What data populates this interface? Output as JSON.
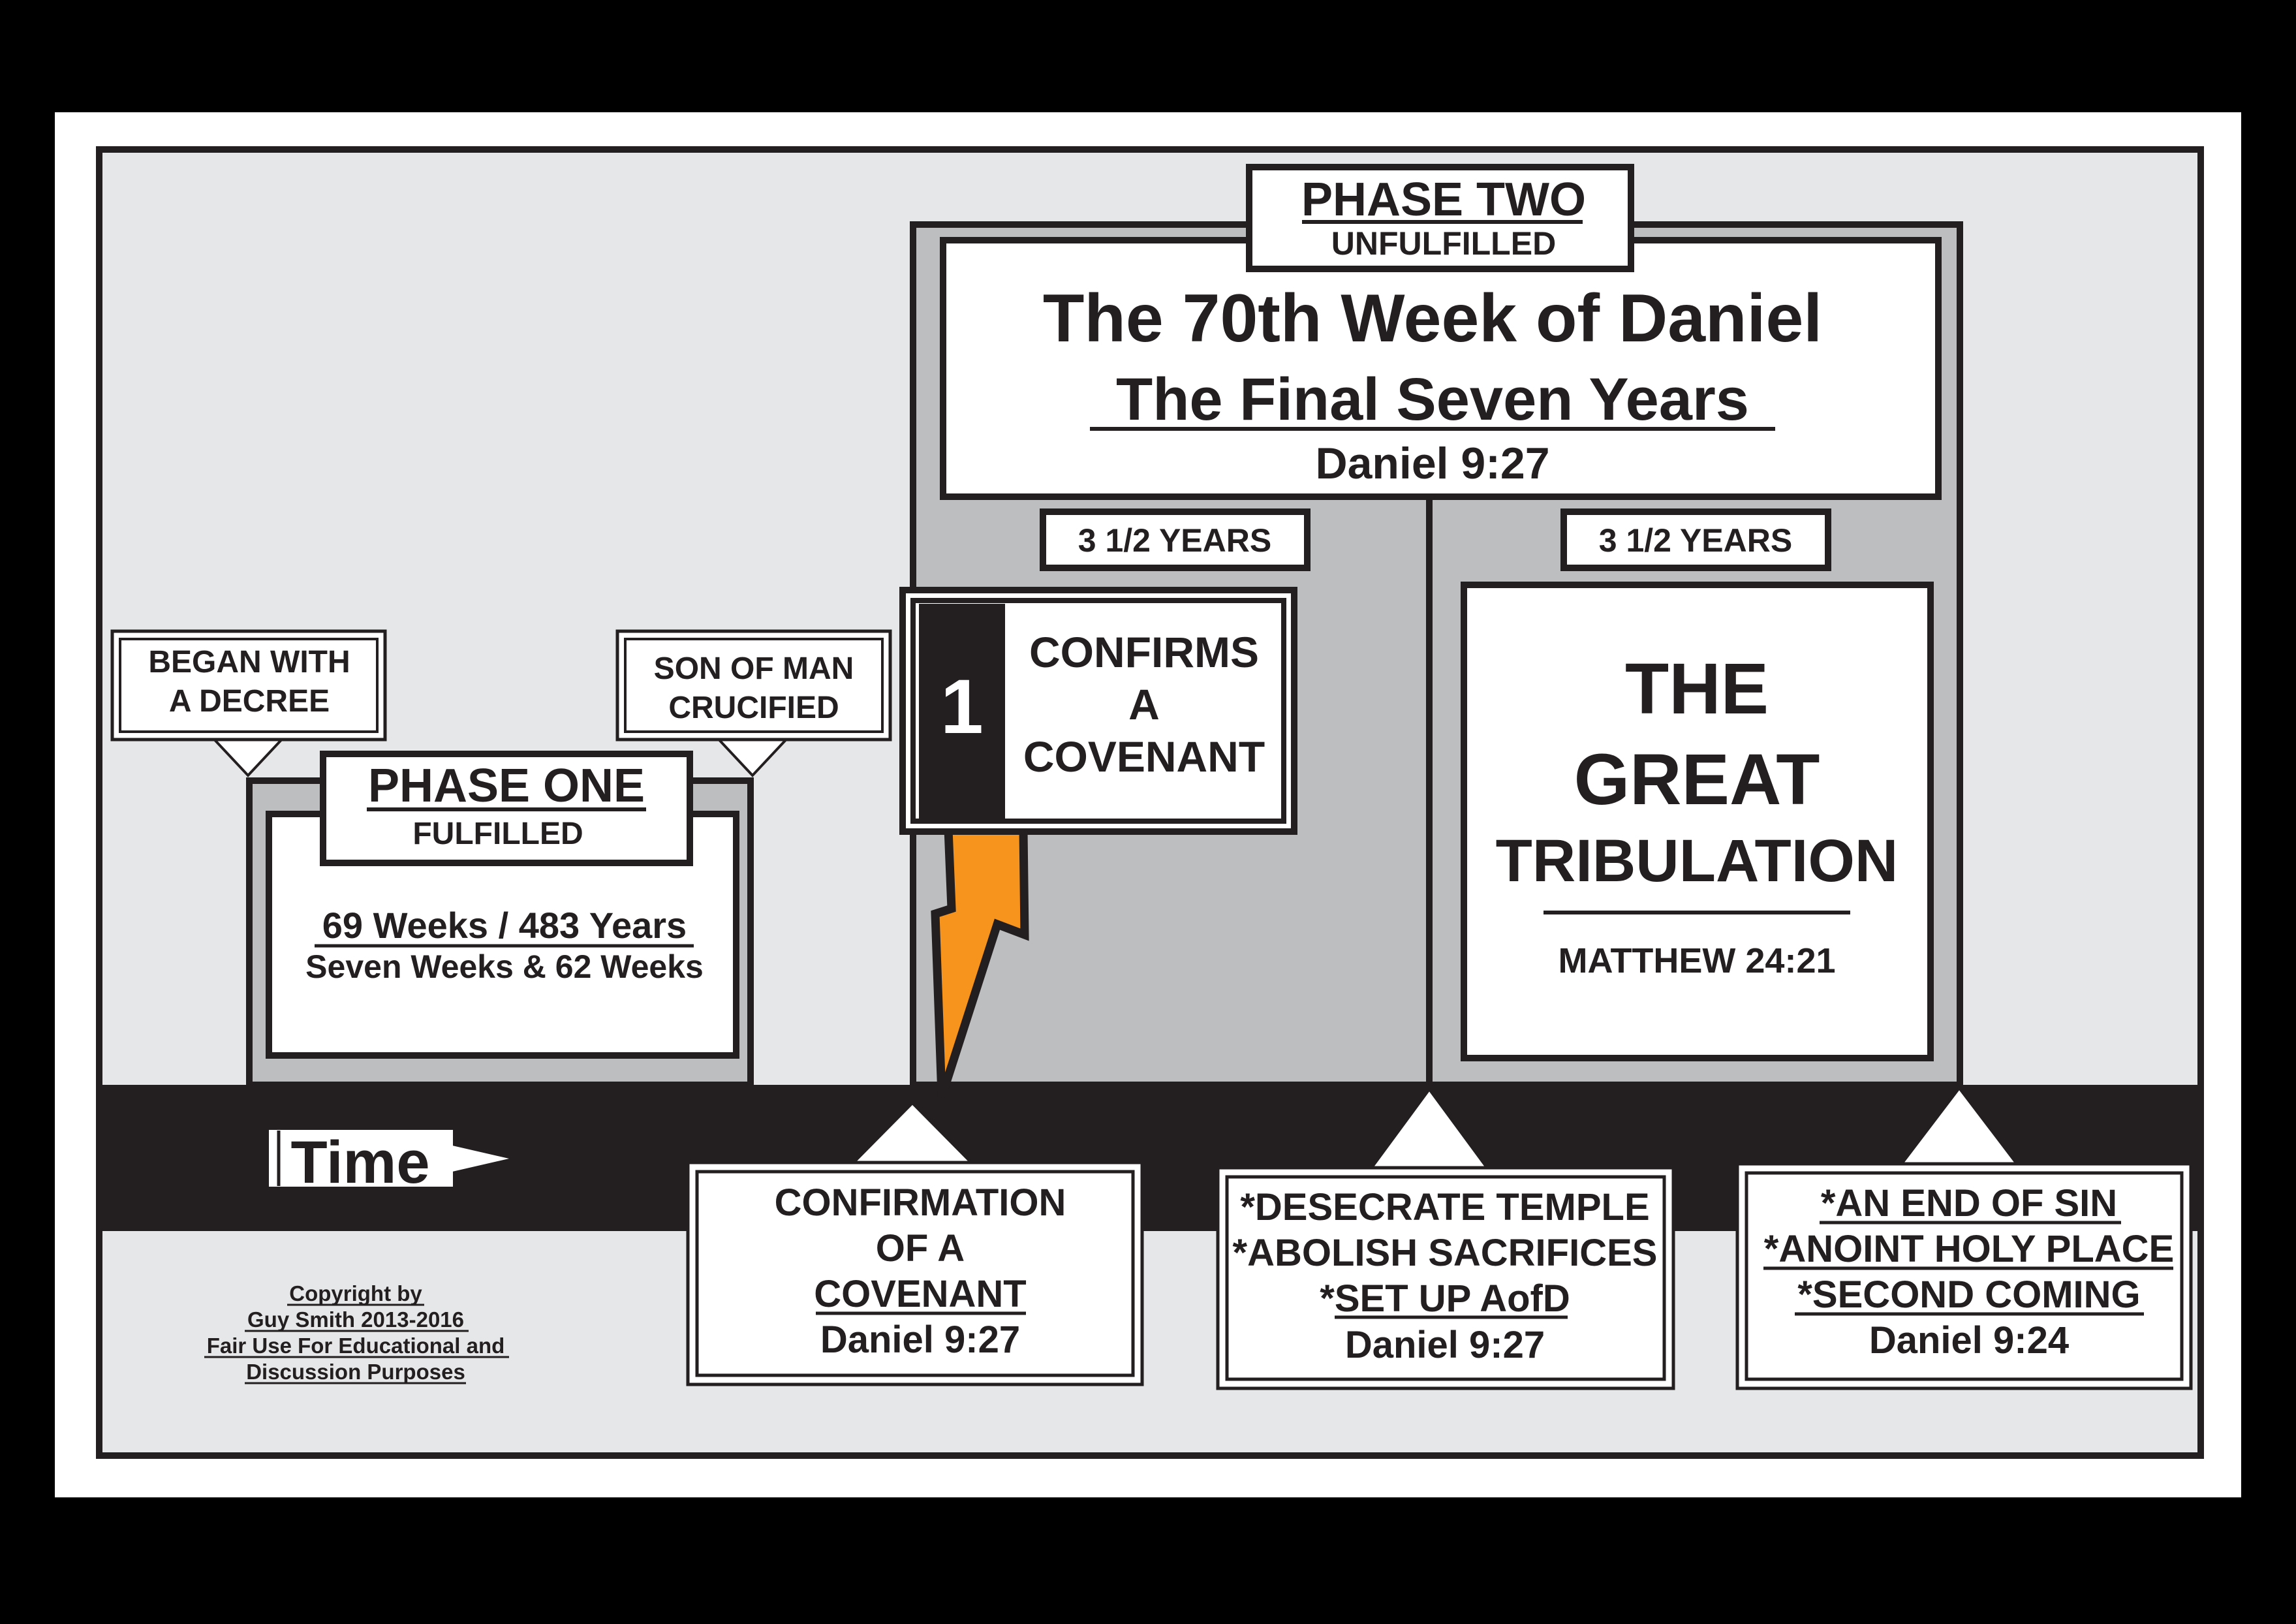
{
  "phase_two": {
    "title": "PHASE TWO",
    "status": "UNFULFILLED"
  },
  "seventieth": {
    "title": "The 70th Week of Daniel",
    "subtitle": "The Final Seven Years",
    "reference": "Daniel 9:27"
  },
  "half_left": {
    "label": "3 1/2 YEARS"
  },
  "half_right": {
    "label": "3 1/2 YEARS"
  },
  "covenant_card": {
    "number": "1",
    "line1": "CONFIRMS",
    "line2": "A",
    "line3": "COVENANT"
  },
  "tribulation": {
    "line1": "THE",
    "line2": "GREAT",
    "line3": "TRIBULATION",
    "reference": "MATTHEW 24:21"
  },
  "phase_one": {
    "title": "PHASE ONE",
    "status": "FULFILLED",
    "weeks": "69 Weeks / 483 Years",
    "detail": "Seven Weeks & 62 Weeks"
  },
  "decree_callout": {
    "line1": "BEGAN WITH",
    "line2": "A DECREE"
  },
  "crucified_callout": {
    "line1": "SON OF MAN",
    "line2": "CRUCIFIED"
  },
  "timeline": {
    "label": "Time"
  },
  "bottom_left": {
    "line1": "CONFIRMATION",
    "line2": "OF A",
    "line3": "COVENANT",
    "reference": "Daniel 9:27"
  },
  "bottom_mid": {
    "line1": "*DESECRATE TEMPLE",
    "line2": "*ABOLISH SACRIFICES",
    "line3_prefix": "*",
    "line3_text": "SET UP AofD",
    "reference": "Daniel 9:27"
  },
  "bottom_right": {
    "line1": "*AN END OF SIN",
    "line2": "*ANOINT HOLY PLACE",
    "line3": "*SECOND COMING",
    "reference": "Daniel 9:24"
  },
  "copyright": {
    "line1": "Copyright by",
    "line2": "Guy Smith 2013-2016",
    "line3": "Fair Use For Educational and",
    "line4": "Discussion Purposes"
  },
  "colors": {
    "background_black": "#000000",
    "frame_white": "#ffffff",
    "panel_light": "#e6e7e8",
    "panel_gray": "#bcbec0",
    "timeline_dark": "#231f20",
    "ink": "#231f20",
    "arrow_orange": "#f7941d"
  }
}
